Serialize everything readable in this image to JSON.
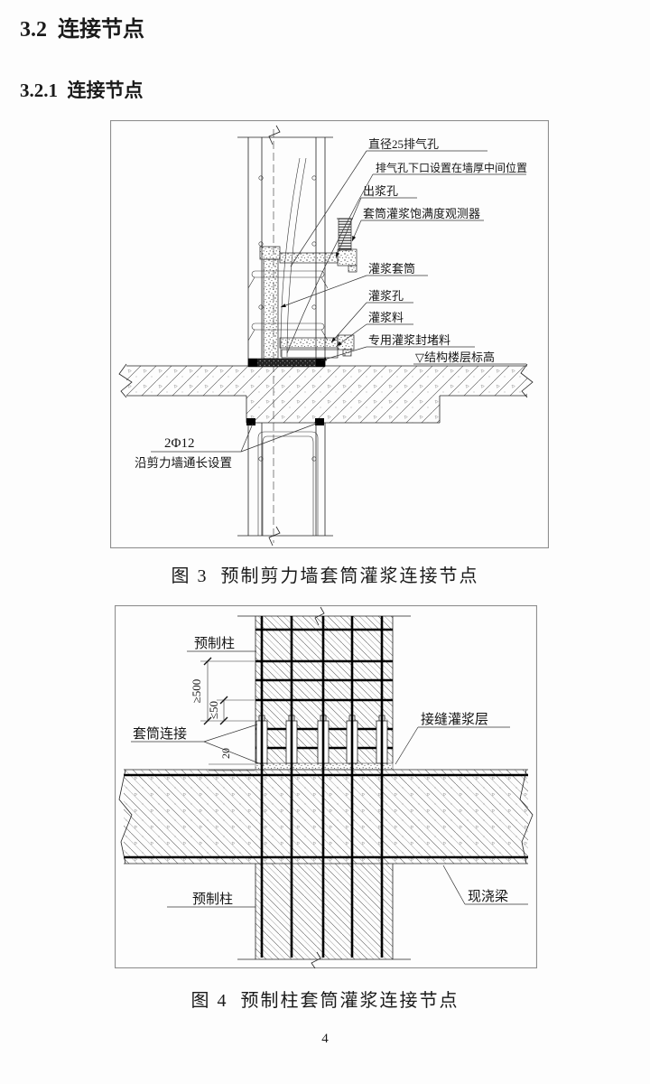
{
  "page": {
    "section_heading": "3.2  连接节点",
    "subsection_heading": "3.2.1  连接节点",
    "page_number": "4"
  },
  "figure3": {
    "caption": "图 3  预制剪力墙套筒灌浆连接节点",
    "labels": {
      "vent_hole": "直径25排气孔",
      "vent_hole_note": "排气孔下口设置在墙厚中间位置",
      "grout_outlet": "出浆孔",
      "fullness_monitor": "套筒灌浆饱满度观测器",
      "grout_sleeve": "灌浆套筒",
      "grout_inlet": "灌浆孔",
      "grout_material": "灌浆料",
      "sealing_material": "专用灌浆封堵料",
      "floor_elevation": "▽结构楼层标高",
      "rebar_spec": "2Φ12",
      "rebar_note": "沿剪力墙通长设置"
    }
  },
  "figure4": {
    "caption": "图 4  预制柱套筒灌浆连接节点",
    "labels": {
      "precast_column_top": "预制柱",
      "precast_column_bottom": "预制柱",
      "sleeve_connection": "套筒连接",
      "joint_grout_layer": "接缝灌浆层",
      "cast_in_place_beam": "现浇梁"
    },
    "dimensions": {
      "lap_length": "≥500",
      "stirrup_offset": "≤50",
      "grout_thickness": "20"
    }
  }
}
